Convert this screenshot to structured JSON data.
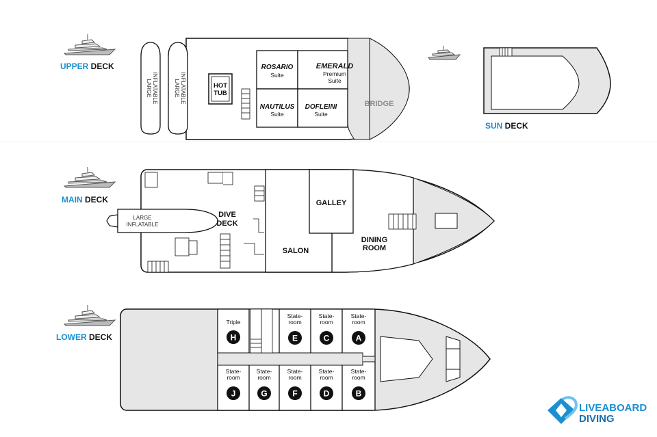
{
  "decks": {
    "upper": {
      "accent": "UPPER",
      "rest": " DECK"
    },
    "sun": {
      "accent": "SUN",
      "rest": " DECK"
    },
    "main": {
      "accent": "MAIN",
      "rest": " DECK"
    },
    "lower": {
      "accent": "LOWER",
      "rest": " DECK"
    }
  },
  "upper_deck": {
    "inflatable_1": [
      "LARGE",
      "INFLATABLE"
    ],
    "inflatable_2": [
      "LARGE",
      "INFLATABLE"
    ],
    "hot_tub": [
      "HOT",
      "TUB"
    ],
    "rosario": {
      "name": "ROSARIO",
      "type": "Suite"
    },
    "emerald": {
      "name": "EMERALD",
      "type1": "Premium",
      "type2": "Suite"
    },
    "nautilus": {
      "name": "NAUTILUS",
      "type": "Suite"
    },
    "dofleini": {
      "name": "DOFLEINI",
      "type": "Suite"
    },
    "bridge": "BRIDGE"
  },
  "main_deck": {
    "inflatable": [
      "LARGE",
      "INFLATABLE"
    ],
    "dive_deck": [
      "DIVE",
      "DECK"
    ],
    "galley": "GALLEY",
    "salon": "SALON",
    "dining_room": [
      "DINING",
      "ROOM"
    ]
  },
  "lower_deck": {
    "triple": {
      "label": "Triple",
      "letter": "H"
    },
    "stateroom_label": [
      "State-",
      "room"
    ],
    "top_rooms": [
      "E",
      "C",
      "A"
    ],
    "bottom_rooms": [
      "J",
      "G",
      "F",
      "D",
      "B"
    ]
  },
  "logo": {
    "line1": "LIVEABOARD",
    "line2": "DIVING"
  },
  "colors": {
    "accent": "#1a8fd1",
    "hull_fill": "#e6e6e6",
    "outline": "#111111",
    "logo_blue": "#1a8fd1"
  }
}
